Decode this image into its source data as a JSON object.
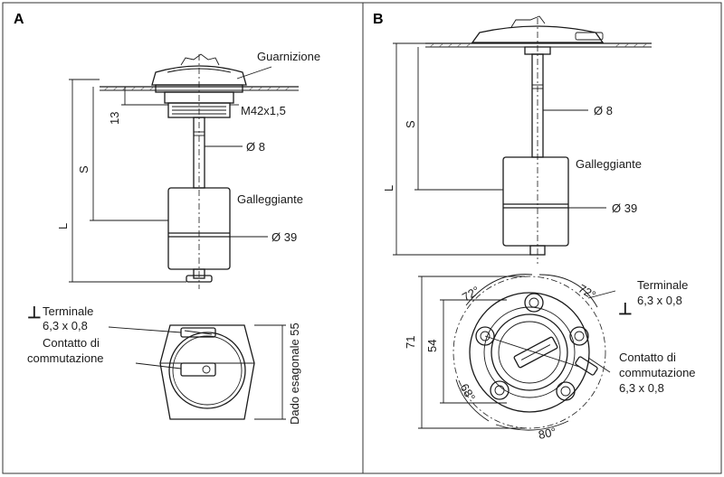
{
  "panels": {
    "a": {
      "letter": "A",
      "labels": {
        "gasket": "Guarnizione",
        "thread": "M42x1,5",
        "dim13": "13",
        "rod_diameter": "Ø 8",
        "dim_s": "S",
        "float": "Galleggiante",
        "dim_l": "L",
        "float_diameter": "Ø 39",
        "terminal_line1": "Terminale",
        "terminal_line2": "6,3 x 0,8",
        "contact_line1": "Contatto di",
        "contact_line2": "commutazione",
        "hex_nut": "Dado esagonale 55",
        "ground_symbol": "⊥"
      }
    },
    "b": {
      "letter": "B",
      "labels": {
        "rod_diameter": "Ø 8",
        "dim_s": "S",
        "float": "Galleggiante",
        "dim_l": "L",
        "float_diameter": "Ø 39",
        "angle_top_left": "72°",
        "angle_top_right": "72°",
        "terminal_line1": "Terminale",
        "terminal_line2": "6,3 x 0,8",
        "ground_symbol": "⊥",
        "dim71": "71",
        "dim54": "54",
        "angle_left": "68°",
        "contact_line1": "Contatto di",
        "contact_line2": "commutazione",
        "contact_line3": "6,3 x 0,8",
        "angle_bottom": "80°"
      }
    }
  }
}
